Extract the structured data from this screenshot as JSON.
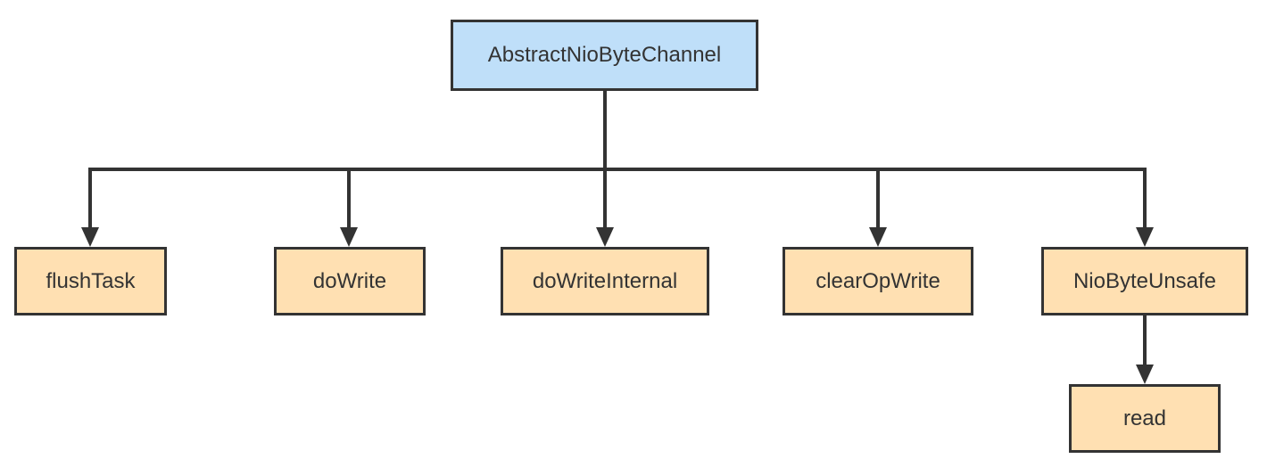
{
  "colors": {
    "root_fill": "#bfdff9",
    "child_fill": "#ffe0b2",
    "stroke": "#333333",
    "text": "#333333"
  },
  "nodes": {
    "root": "AbstractNioByteChannel",
    "flush_task": "flushTask",
    "do_write": "doWrite",
    "do_write_internal": "doWriteInternal",
    "clear_op_write": "clearOpWrite",
    "nio_byte_unsafe": "NioByteUnsafe",
    "read": "read"
  },
  "edges": [
    {
      "from": "root",
      "to": "flush_task"
    },
    {
      "from": "root",
      "to": "do_write"
    },
    {
      "from": "root",
      "to": "do_write_internal"
    },
    {
      "from": "root",
      "to": "clear_op_write"
    },
    {
      "from": "root",
      "to": "nio_byte_unsafe"
    },
    {
      "from": "nio_byte_unsafe",
      "to": "read"
    }
  ]
}
